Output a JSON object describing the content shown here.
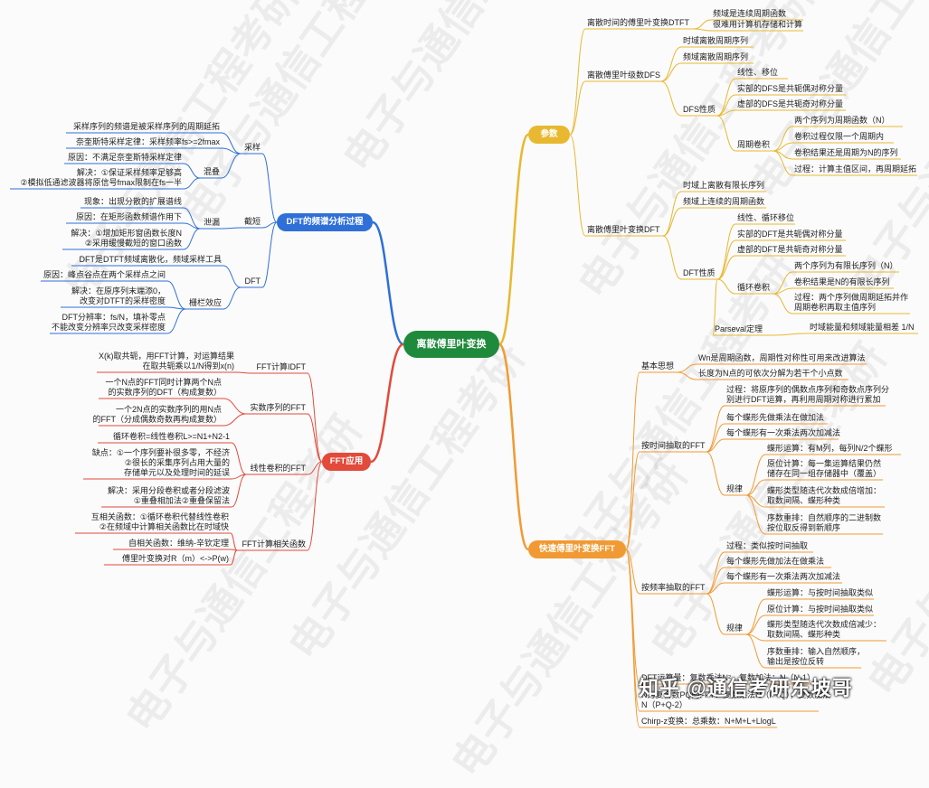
{
  "center": "离散傅里叶变换",
  "branches": {
    "params": "参数",
    "fft": "快速傅里叶变换FFT",
    "dft_analysis": "DFT的频谱分析过程",
    "fft_app": "FFT应用"
  },
  "params": {
    "dtft": "离散时间的傅里叶变换DTFT",
    "dtft_notes": [
      "频域是连续周期函数",
      "很难用计算机存储和计算"
    ],
    "dfs": "离散傅里叶级数DFS",
    "dfs_items": [
      "时域离散周期序列",
      "频域离散周期序列"
    ],
    "dfs_prop": "DFS性质",
    "dfs_prop_items": [
      "线性、移位",
      "实部的DFS是共轭偶对称分量",
      "虚部的DFS是共轭奇对称分量"
    ],
    "periodic_conv": "周期卷积",
    "periodic_conv_items": [
      "两个序列为周期函数（N）",
      "卷积过程仅限一个周期内",
      "卷积结果还是周期为N的序列",
      "过程：计算主值区间，再周期延拓"
    ],
    "dft": "离散傅里叶变换DFT",
    "dft_items": [
      "时域上离散有限长序列",
      "频域上连续的周期函数"
    ],
    "dft_prop": "DFT性质",
    "dft_prop_items": [
      "线性、循环移位",
      "实部的DFT是共轭偶对称分量",
      "虚部的DFT是共轭奇对称分量"
    ],
    "circ_conv": "循环卷积",
    "circ_conv_items": [
      "两个序列为有限长序列（N）",
      "卷积结果是N的有限长序列",
      "过程：两个序列做周期延拓并作\n周期卷积再取主值序列"
    ],
    "parseval": "Parseval定理",
    "parseval_note": "时域能量和频域能量相差 1/N"
  },
  "fft": {
    "basic": "基本思想",
    "basic_items": [
      "Wn是周期函数，周期性对称性可用来改进算法",
      "长度为N点的可依次分解为若干个小点数"
    ],
    "dit": "按时间抽取的FFT",
    "dit_items": [
      "过程：将原序列的偶数点序列和奇数点序列分\n别进行DFT运算，再利用周期对称进行累加",
      "每个蝶形先做乘法在做加法",
      "每个蝶形有一次乘法两次加减法"
    ],
    "dit_rule": "规律",
    "dit_rule_items": [
      "蝶形运算：有M列，每列N/2个蝶形",
      "原位计算：每一集运算结果仍然\n储存在同一组存储器中（覆盖）",
      "蝶形类型随迭代次数成倍增加：\n取数间隔、蝶形种类",
      "序数重排：自然顺序的二进制数\n按位取反得到新顺序"
    ],
    "dif": "按频率抽取的FFT",
    "dif_items": [
      "过程：类似按时间抽取",
      "每个蝶形先做加法在做乘法",
      "每个蝶形有一次乘法两次加减法"
    ],
    "dif_rule": "规律",
    "dif_rule_items": [
      "蝶形运算：与按时间抽取类似",
      "原位计算：与按时间抽取类似",
      "蝶形类型随迭代次数成倍减少：\n取数间隔、蝶形种类",
      "序数重排：输入自然顺序，\n输出是按位反转"
    ],
    "other_items": [
      "DFT运算量：复数乘法N²，复数加法：N（N-1）",
      "N为复合数PQ的FFT：复数乘法N（P+Q），复数加法\nN（P+Q-2）",
      "Chirp-z变换：总乘数：N+M+L+LlogL"
    ]
  },
  "dft_analysis": {
    "sampling": "采样",
    "sampling_items": [
      "采样序列的频谱是被采样序列的周期延拓",
      "奈奎斯特采样定律：采样频率fs>=2fmax"
    ],
    "aliasing": "混叠",
    "aliasing_items": [
      "原因：不满足奈奎斯特采样定律",
      "解决：①保证采样频率足够高\n②模拟低通滤波器将原信号fmax限制在fs一半"
    ],
    "truncation": "截短",
    "leakage": "泄漏",
    "leakage_items": [
      "现象：出现分散的扩展谱线",
      "原因：在矩形函数频谱作用下",
      "解决：①增加矩形窗函数长度N\n②采用缓慢截短的窗口函数"
    ],
    "dft": "DFT",
    "dft_items": [
      "DFT是DTFT频域离散化，频域采样工具"
    ],
    "picket": "栅栏效应",
    "picket_items": [
      "原因：峰点谷点在两个采样点之间",
      "解决：在原序列末端添0，\n改变对DTFT的采样密度",
      "DFT分辨率：fs/N，填补零点\n不能改变分辨率只改变采样密度"
    ]
  },
  "fft_app": {
    "idft": "FFT计算IDFT",
    "idft_items": [
      "X(k)取共轭，用FFT计算，对运算结果\n在取共轭乘以1/N得到x(n)"
    ],
    "real": "实数序列的FFT",
    "real_items": [
      "一个N点的FFT同时计算两个N点\n的实数序列的DFT（构成复数）",
      "一个2N点的实数序列的用N点\n的FFT（分成偶数奇数再构成复数）"
    ],
    "linear": "线性卷积的FFT",
    "linear_items": [
      "循环卷积=线性卷积L>=N1+N2-1",
      "缺点：①一个序列要补很多零，不经济\n②很长的采集序列占用大量的\n存储单元以及处理时间的延误",
      "解决：采用分段卷积或者分段滤波\n①重叠相加法②重叠保留法"
    ],
    "corr": "FFT计算相关函数",
    "corr_items": [
      "互相关函数：①循环卷积代替线性卷积\n②在频域中计算相关函数比在时域快",
      "自相关函数：维纳-辛钦定理",
      "傅里叶变换对R（m）<->P(w)"
    ]
  },
  "watermark": "电子与通信工程考研",
  "signature": "知乎 @通信考研东坡哥",
  "colors": {
    "center": "#1f8a3b",
    "params": "#e8b830",
    "fft": "#f19a33",
    "dft_analysis": "#2f6fd8",
    "fft_app": "#e24a3b"
  }
}
